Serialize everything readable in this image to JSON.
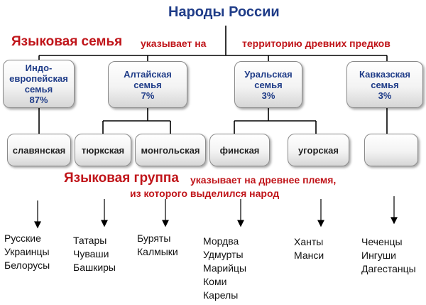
{
  "diagram": {
    "title": "Народы России",
    "language_family_caption": {
      "term": "Языковая семья",
      "text_part1": "указывает на",
      "text_part2": "территорию древних предков"
    },
    "language_group_caption": {
      "term": "Языковая группа",
      "text_part1": "указывает на древнее племя,",
      "text_line2": "из которого выделился народ"
    },
    "families": [
      {
        "lines": [
          "Индо-",
          "европейская",
          "семья",
          "87%"
        ]
      },
      {
        "lines": [
          "Алтайская",
          "семья",
          "7%"
        ]
      },
      {
        "lines": [
          "Уральская",
          "семья",
          "3%"
        ]
      },
      {
        "lines": [
          "Кавказская",
          "семья",
          "3%"
        ]
      }
    ],
    "groups": [
      {
        "label": "славянская"
      },
      {
        "label": "тюркская"
      },
      {
        "label": "монгольская"
      },
      {
        "label": "финская"
      },
      {
        "label": "угорская"
      },
      {
        "label": ""
      }
    ],
    "peoples": [
      {
        "names": [
          "Русские",
          "Украинцы",
          "Белорусы"
        ]
      },
      {
        "names": [
          "Татары",
          "Чуваши",
          "Башкиры"
        ]
      },
      {
        "names": [
          "Буряты",
          "Калмыки"
        ]
      },
      {
        "names": [
          "Мордва",
          "Удмурты",
          "Марийцы",
          "Коми",
          "Карелы"
        ]
      },
      {
        "names": [
          "Ханты",
          "Манси"
        ]
      },
      {
        "names": [
          "Чеченцы",
          "Ингуши",
          "Дагестанцы"
        ]
      }
    ]
  }
}
